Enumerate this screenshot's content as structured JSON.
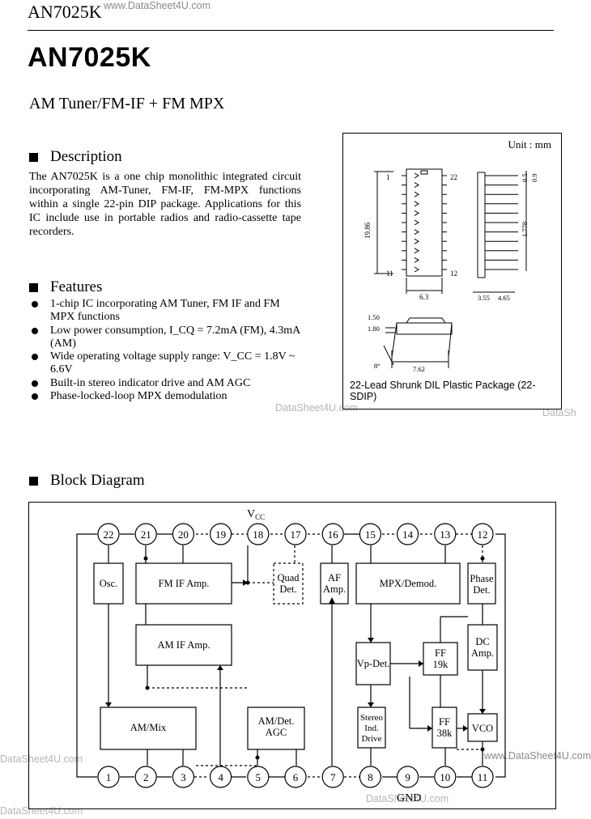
{
  "header": {
    "part_small": "AN7025K",
    "part_big": "AN7025K",
    "subtitle": "AM Tuner/FM-IF + FM MPX"
  },
  "description": {
    "heading": "Description",
    "text": "The AN7025K is a one chip monolithic integrated circuit incorporating AM-Tuner, FM-IF, FM-MPX functions within a single 22-pin DIP package. Applications for this IC include use in portable radios and radio-cassette tape recorders."
  },
  "features": {
    "heading": "Features",
    "items": [
      "1-chip IC incorporating AM Tuner, FM IF and FM MPX functions",
      "Low power consumption, I_CQ = 7.2mA (FM), 4.3mA (AM)",
      "Wide operating voltage supply range: V_CC = 1.8V ~ 6.6V",
      "Built-in stereo indicator drive and AM AGC",
      "Phase-locked-loop MPX demodulation"
    ]
  },
  "package": {
    "unit": "Unit : mm",
    "caption": "22-Lead Shrunk DIL Plastic Package (22-SDIP)",
    "pin_labels": [
      "1",
      "22",
      "11",
      "12"
    ],
    "dims": {
      "length": "19.86",
      "width": "6.3",
      "lead_a": "0.5",
      "lead_b": "0.9",
      "pitch": "1.778",
      "side_a": "3.55",
      "side_b": "4.65",
      "height_a": "1.50",
      "height_b": "1.80",
      "row_spacing": "7.62",
      "angle": "8°"
    }
  },
  "block_diagram": {
    "heading": "Block Diagram",
    "vcc": "V",
    "vcc_sub": "CC",
    "gnd": "GND",
    "top_pins": [
      "22",
      "21",
      "20",
      "19",
      "18",
      "17",
      "16",
      "15",
      "14",
      "13",
      "12"
    ],
    "bottom_pins": [
      "1",
      "2",
      "3",
      "4",
      "5",
      "6",
      "7",
      "8",
      "9",
      "10",
      "11"
    ],
    "blocks": {
      "osc": "Osc.",
      "fm_if": "FM IF Amp.",
      "quad_det": [
        "Quad",
        "Det."
      ],
      "af_amp": [
        "AF",
        "Amp."
      ],
      "mpx": "MPX/Demod.",
      "phase_det": [
        "Phase",
        "Det."
      ],
      "am_if": "AM IF Amp.",
      "vp_det": "Vp-Det.",
      "ff19": [
        "FF",
        "19k"
      ],
      "dc_amp": [
        "DC",
        "Amp."
      ],
      "am_mix": "AM/Mix",
      "am_det": [
        "AM/Det.",
        "AGC"
      ],
      "stereo": [
        "Stereo",
        "Ind.",
        "Drive"
      ],
      "ff38": [
        "FF",
        "38k"
      ],
      "vco": "VCO"
    }
  },
  "watermarks": {
    "top": "www.DataSheet4U.com",
    "mid": "DataSheet4U.com",
    "right_cut": "DataSh",
    "left": "DataSheet4U.com",
    "bottom_left": "DataSheet4U.com",
    "bottom_mid": "DataSheet4U.com",
    "bottom_right": "www.DataSheet4U.com"
  }
}
